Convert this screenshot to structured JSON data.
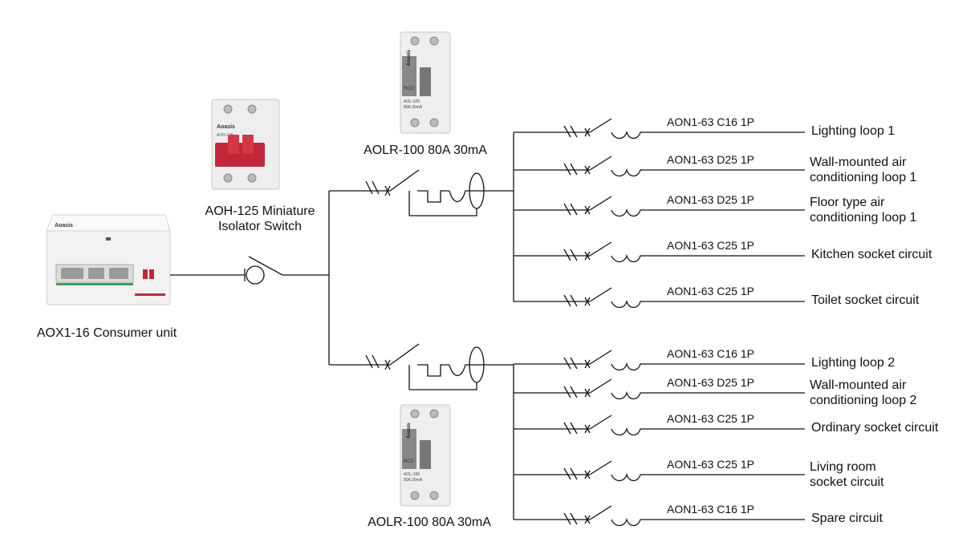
{
  "devices": {
    "consumer_unit": {
      "label": "AOX1-16 Consumer unit",
      "brand": "Aoasis"
    },
    "isolator": {
      "label_line1": "AOH-125 Miniature",
      "label_line2": "Isolator Switch",
      "brand": "Aoasis",
      "body_text": "AOH-125"
    },
    "rcd_top": {
      "label": "AOLR-100 80A 30mA",
      "brand": "Aoasis",
      "face_title": "RCD",
      "face_model": "AOL-100",
      "face_rating": "80A 30mA"
    },
    "rcd_bottom": {
      "label": "AOLR-100 80A 30mA",
      "brand": "Aoasis",
      "face_title": "RCD",
      "face_model": "AOL-100",
      "face_rating": "80A 30mA"
    }
  },
  "circuits": [
    {
      "breaker": "AON1-63 C16 1P",
      "name_line1": "Lighting loop 1",
      "name_line2": ""
    },
    {
      "breaker": "AON1-63 D25 1P",
      "name_line1": "Wall-mounted air",
      "name_line2": "conditioning loop 1"
    },
    {
      "breaker": "AON1-63 D25 1P",
      "name_line1": "Floor type air",
      "name_line2": "conditioning loop 1"
    },
    {
      "breaker": "AON1-63 C25 1P",
      "name_line1": "Kitchen socket circuit",
      "name_line2": ""
    },
    {
      "breaker": "AON1-63 C25 1P",
      "name_line1": "Toilet socket circuit",
      "name_line2": ""
    },
    {
      "breaker": "AON1-63 C16 1P",
      "name_line1": "Lighting loop 2",
      "name_line2": ""
    },
    {
      "breaker": "AON1-63 D25 1P",
      "name_line1": "Wall-mounted air",
      "name_line2": "conditioning loop 2"
    },
    {
      "breaker": "AON1-63 C25 1P",
      "name_line1": "Ordinary socket circuit",
      "name_line2": ""
    },
    {
      "breaker": "AON1-63 C25 1P",
      "name_line1": "Living room",
      "name_line2": "socket circuit"
    },
    {
      "breaker": "AON1-63 C16 1P",
      "name_line1": "Spare circuit",
      "name_line2": ""
    }
  ],
  "colors": {
    "line": "#111111",
    "isolator_handle": "#c0283a",
    "device_body": "#eeeeee",
    "device_edge": "#c8c8c8"
  }
}
